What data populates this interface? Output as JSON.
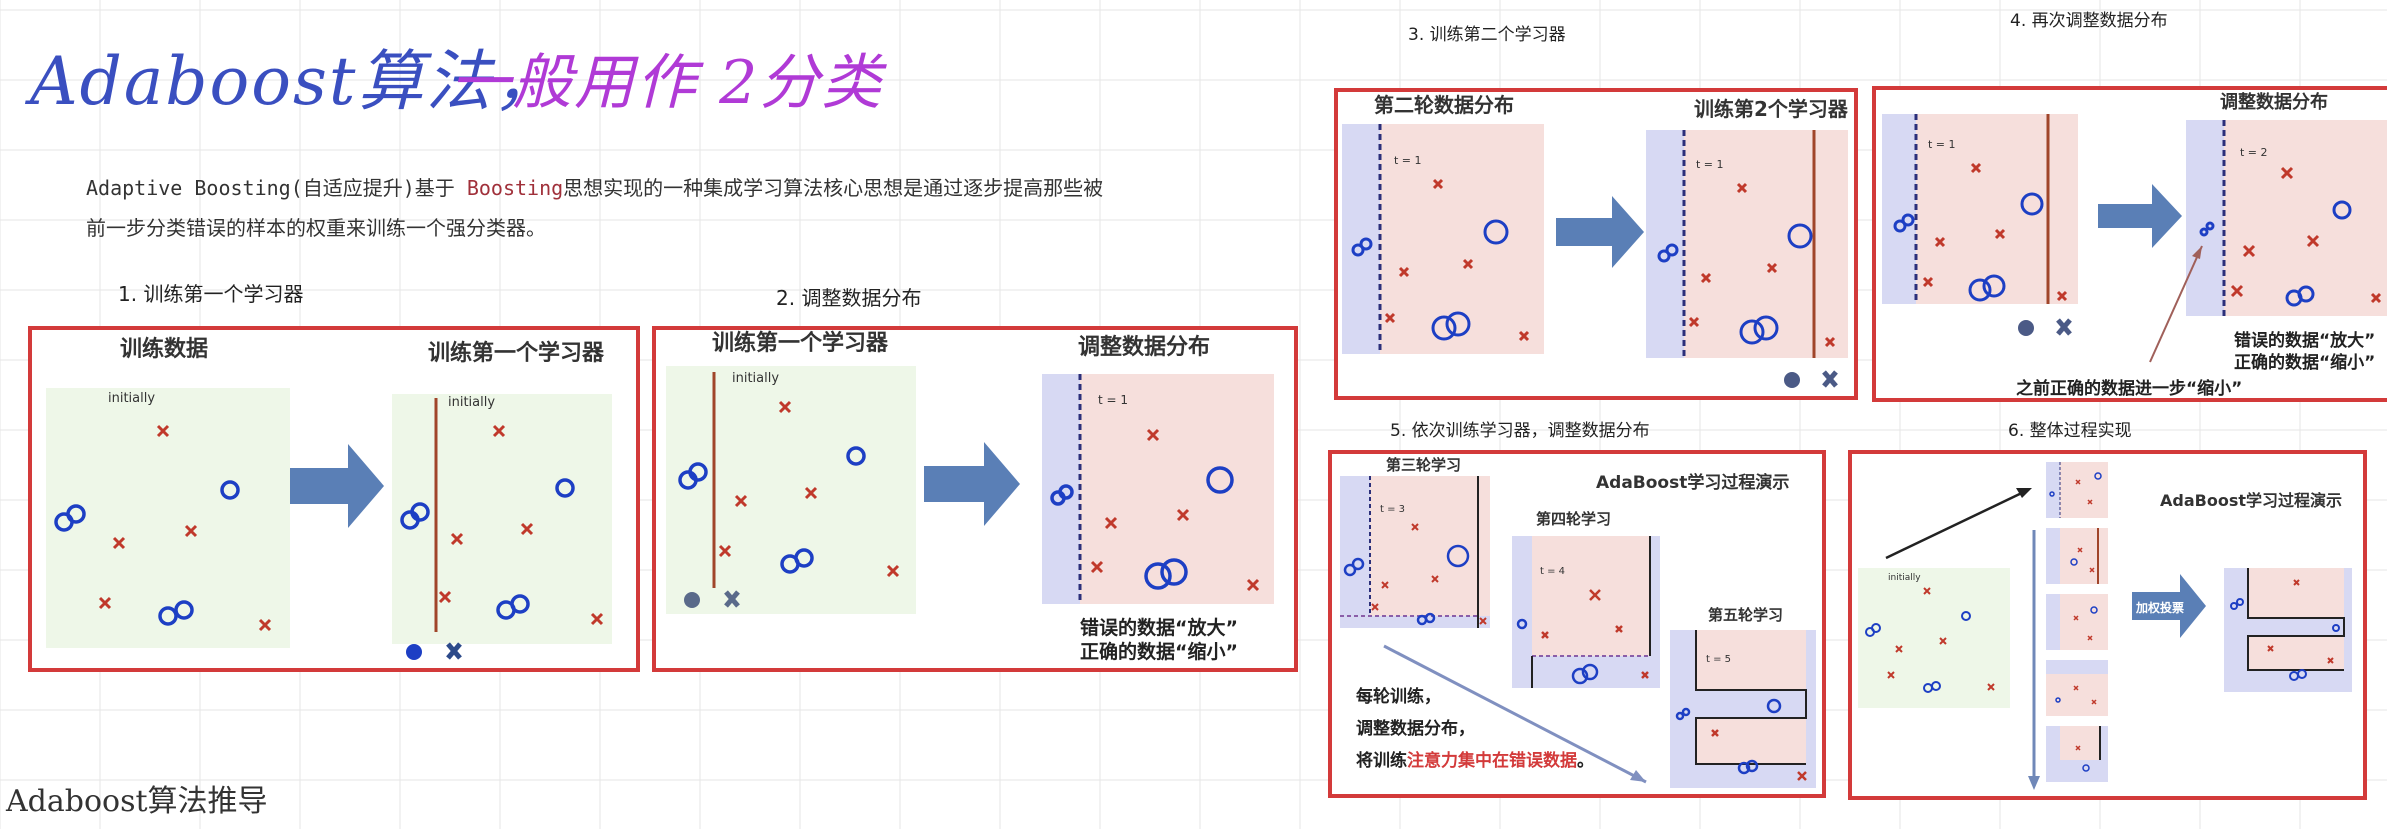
{
  "handwriting": {
    "left": "Adaboost算法，",
    "right": "一般用作 2分类"
  },
  "intro": {
    "line1_a": "Adaptive Boosting(自适应提升)基于 ",
    "line1_b": "Boosting",
    "line1_c": "思想实现的一种集成学习算法核心思想是通过逐步提高那些被",
    "line2": "前一步分类错误的样本的权重来训练一个强分类器。"
  },
  "steps": {
    "s1": "1. 训练第一个学习器",
    "s2": "2. 调整数据分布",
    "s3": "3. 训练第二个学习器",
    "s4": "4. 再次调整数据分布",
    "s5": "5. 依次训练学习器，调整数据分布",
    "s6": "6. 整体过程实现"
  },
  "panel1": {
    "left_title": "训练数据",
    "left_tag": "initially",
    "right_title": "训练第一个学习器",
    "right_tag": "initially"
  },
  "panel2": {
    "left_title": "训练第一个学习器",
    "left_tag": "initially",
    "right_title": "调整数据分布",
    "right_tag": "t = 1",
    "note1": "错误的数据“放大”",
    "note2": "正确的数据“缩小”"
  },
  "panel3": {
    "left_title": "第二轮数据分布",
    "left_tag": "t = 1",
    "right_title": "训练第2个学习器",
    "right_tag": "t = 1"
  },
  "panel4": {
    "right_title": "调整数据分布",
    "left_tag": "t = 1",
    "right_tag": "t = 2",
    "note1": "错误的数据“放大”",
    "note2": "正确的数据“缩小”",
    "note3": "之前正确的数据进一步“缩小”"
  },
  "panel5": {
    "t3": "第三轮学习",
    "t4": "第四轮学习",
    "t5": "第五轮学习",
    "title": "AdaBoost学习过程演示",
    "tag3": "t = 3",
    "tag4": "t = 4",
    "tag5": "t = 5",
    "note1": "每轮训练，",
    "note2": "调整数据分布，",
    "note3a": "将训练",
    "note3b": "注意力集中在错误数据",
    "note3c": "。"
  },
  "panel6": {
    "title": "AdaBoost学习过程演示",
    "arrow_label": "加权投票",
    "tag": "initially"
  },
  "section_heading": "Adaboost算法推导",
  "colors": {
    "frame": "#d33a3a",
    "green_bg": "#eef7e8",
    "pink_bg": "#f6dfdc",
    "blue_bg": "#d7d9f3",
    "arrow": "#5a7fb6",
    "cross": "#c0392b",
    "circle": "#1d3fc4"
  }
}
